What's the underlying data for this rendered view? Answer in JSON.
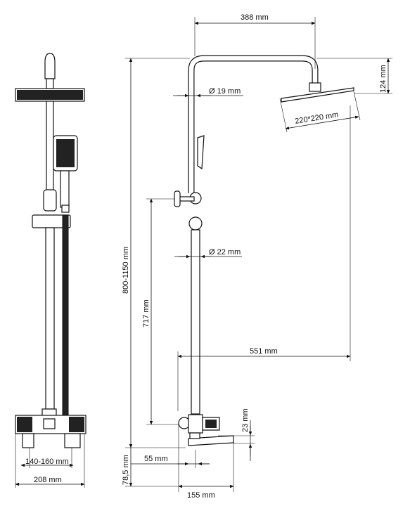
{
  "dimensions": {
    "top_width": "388 mm",
    "head_height": "124 mm",
    "upper_pipe_diameter": "Ø 19 mm",
    "head_size": "220*220 mm",
    "lower_pipe_diameter": "Ø 22 mm",
    "total_height": "800-1150 mm",
    "mixer_to_handle": "717 mm",
    "reach": "551 mm",
    "mixer_offset": "23 mm",
    "spout_offset": "55 mm",
    "mixer_height": "78,5 mm",
    "mixer_depth": "155 mm",
    "inlet_spacing": "140-160 mm",
    "mixer_width": "208 mm"
  },
  "colors": {
    "line": "#111111",
    "background": "#ffffff",
    "fill_dark": "#222222"
  }
}
